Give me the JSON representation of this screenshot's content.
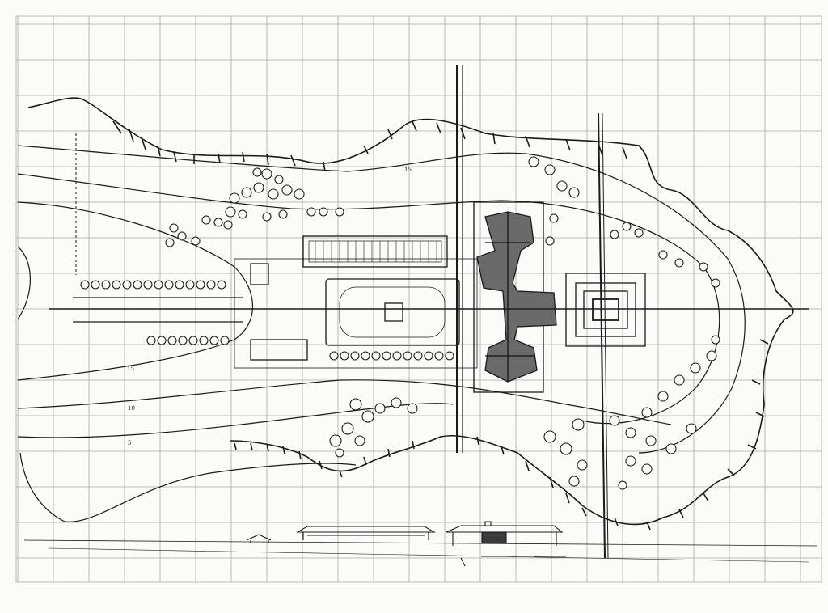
{
  "drawing": {
    "contour_labels": [
      "15",
      "15",
      "10",
      "5"
    ]
  },
  "colors": {
    "paper": "#fbfbf9",
    "ink": "#1a1a1a",
    "grid": "#9a9a9a",
    "shade": "#3a3a3a"
  }
}
